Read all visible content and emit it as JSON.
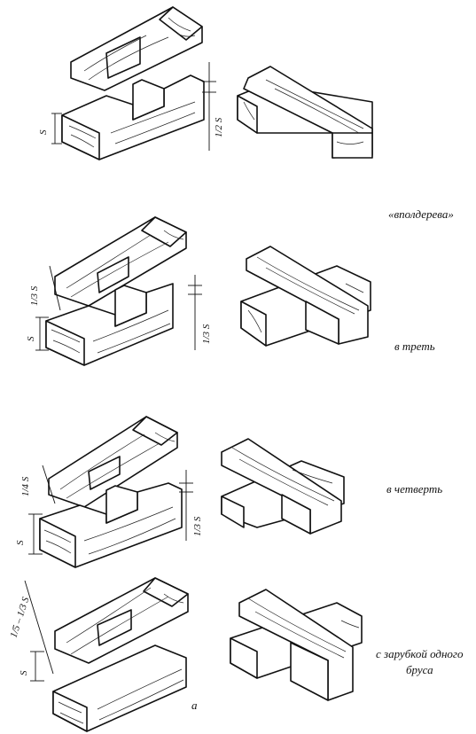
{
  "rows": [
    {
      "caption": "«вполдерева»",
      "dim_left": "S",
      "dim_left_sub": "0",
      "dim_right": "1/2 S",
      "dim_right_sub": "0"
    },
    {
      "caption": "в   треть",
      "dim_left": "S",
      "dim_left_sub": "0",
      "dim_top": "1/3 S",
      "dim_top_sub": "0",
      "dim_right": "1/3 S",
      "dim_right_sub": "0"
    },
    {
      "caption": "в  четверть",
      "dim_left": "S",
      "dim_left_sub": "0",
      "dim_top": "1/4 S",
      "dim_top_sub": "0",
      "dim_right": "1/3 S",
      "dim_right_sub": "0"
    },
    {
      "caption_line1": "с зарубкой одного",
      "caption_line2": "бруса",
      "dim_left": "S",
      "dim_left_sub": "0",
      "dim_top": "1/5 – 1/3 S",
      "dim_top_sub": "0"
    }
  ],
  "figure_letter": "а"
}
